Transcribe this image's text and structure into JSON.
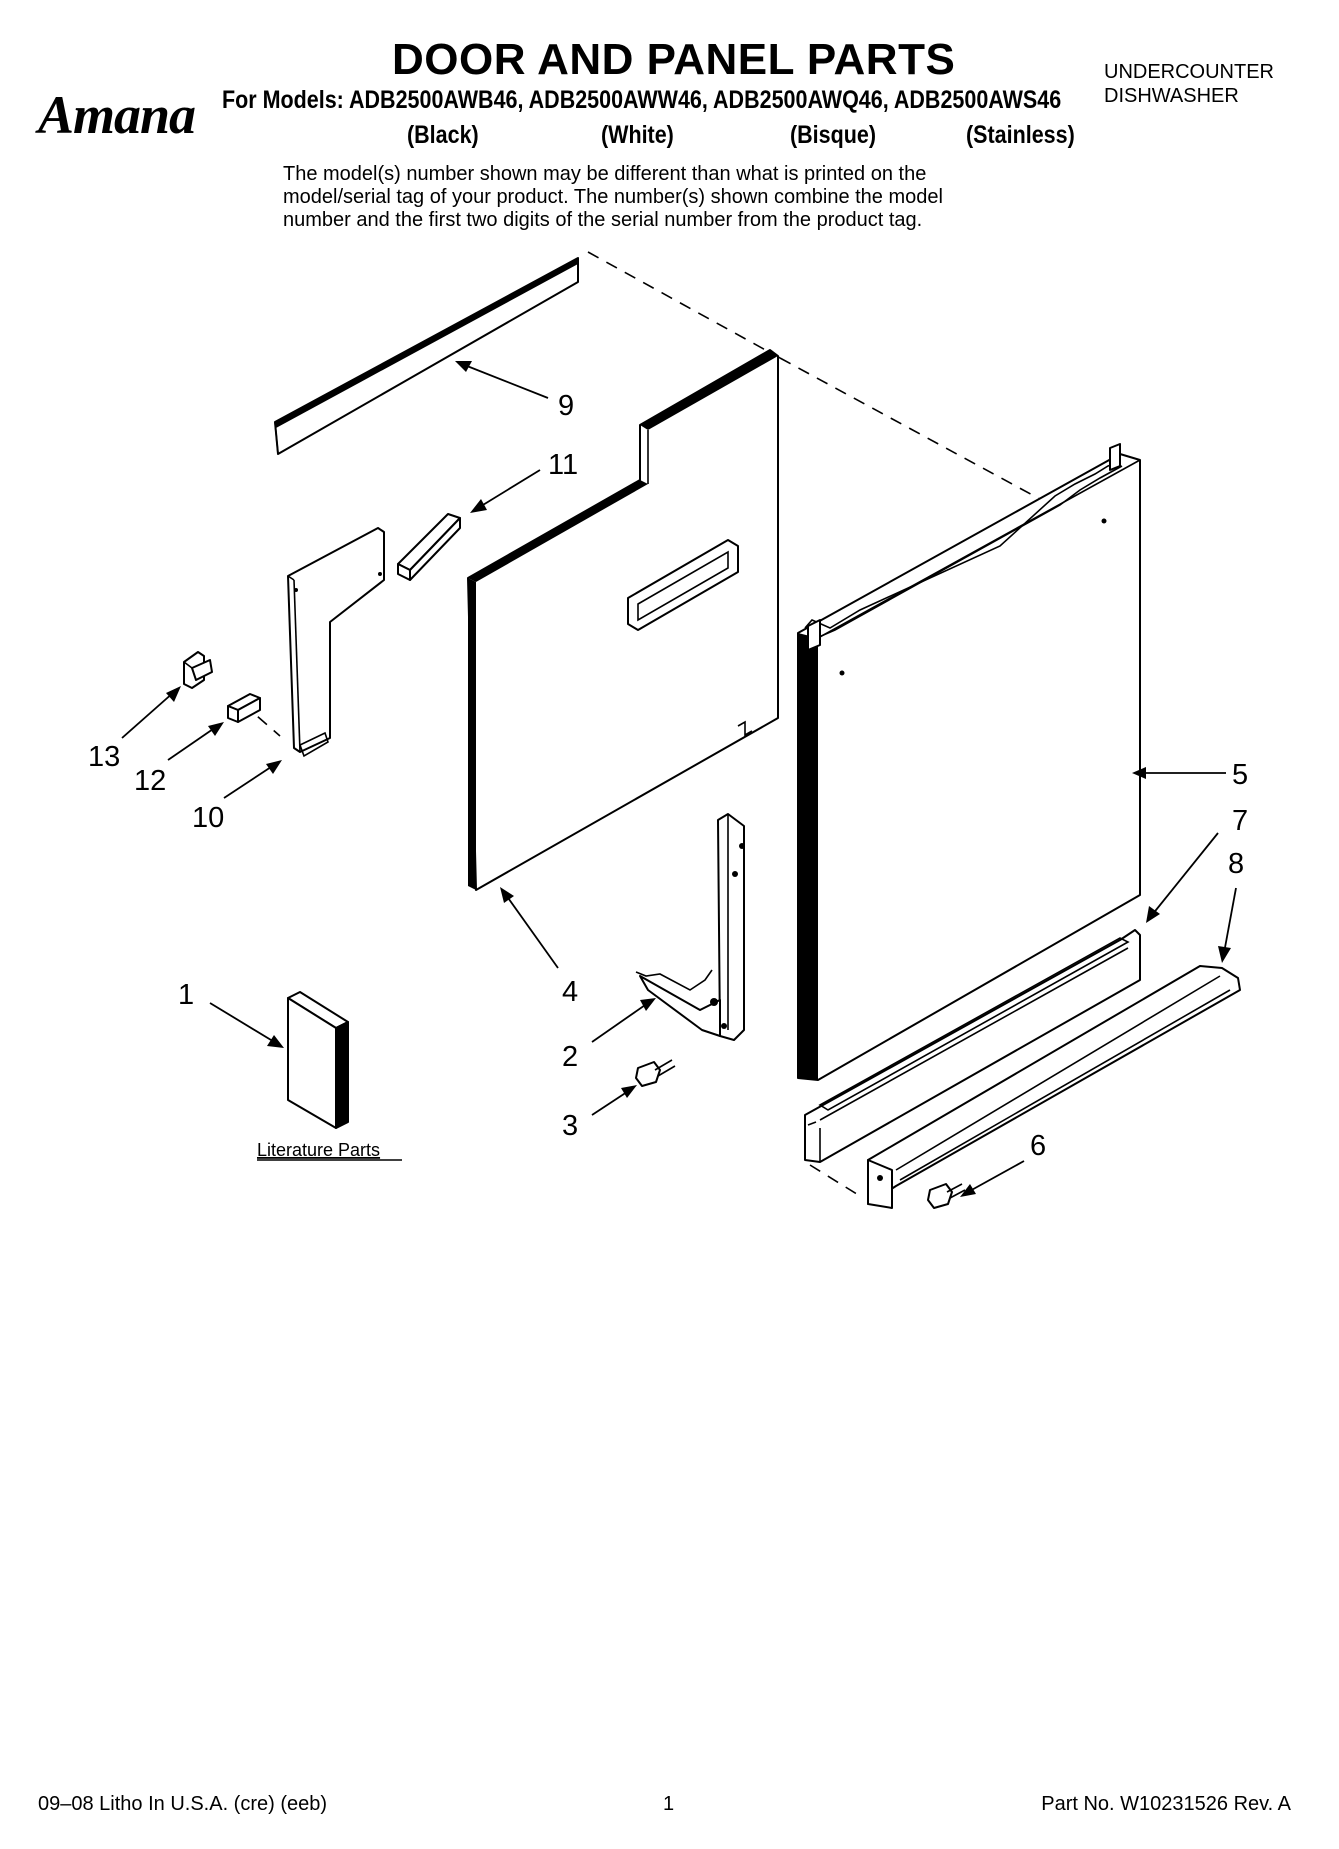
{
  "header": {
    "brand": "Amana",
    "title": "DOOR AND PANEL PARTS",
    "category_line1": "UNDERCOUNTER",
    "category_line2": "DISHWASHER",
    "models": "For Models: ADB2500AWB46, ADB2500AWW46, ADB2500AWQ46, ADB2500AWS46",
    "variants": [
      "(Black)",
      "(White)",
      "(Bisque)",
      "(Stainless)"
    ],
    "note_lines": [
      "The model(s) number shown may be different than what is printed on the",
      "model/serial tag of your product. The number(s) shown combine the model",
      "number and the first two digits of the serial number from the product tag."
    ]
  },
  "diagram": {
    "callouts": [
      "1",
      "2",
      "3",
      "4",
      "5",
      "6",
      "7",
      "8",
      "9",
      "10",
      "11",
      "12",
      "13"
    ],
    "literature_label": "Literature Parts"
  },
  "footer": {
    "litho": "09–08 Litho In U.S.A. (cre) (eeb)",
    "page": "1",
    "part_no": "Part No. W10231526 Rev. A"
  }
}
